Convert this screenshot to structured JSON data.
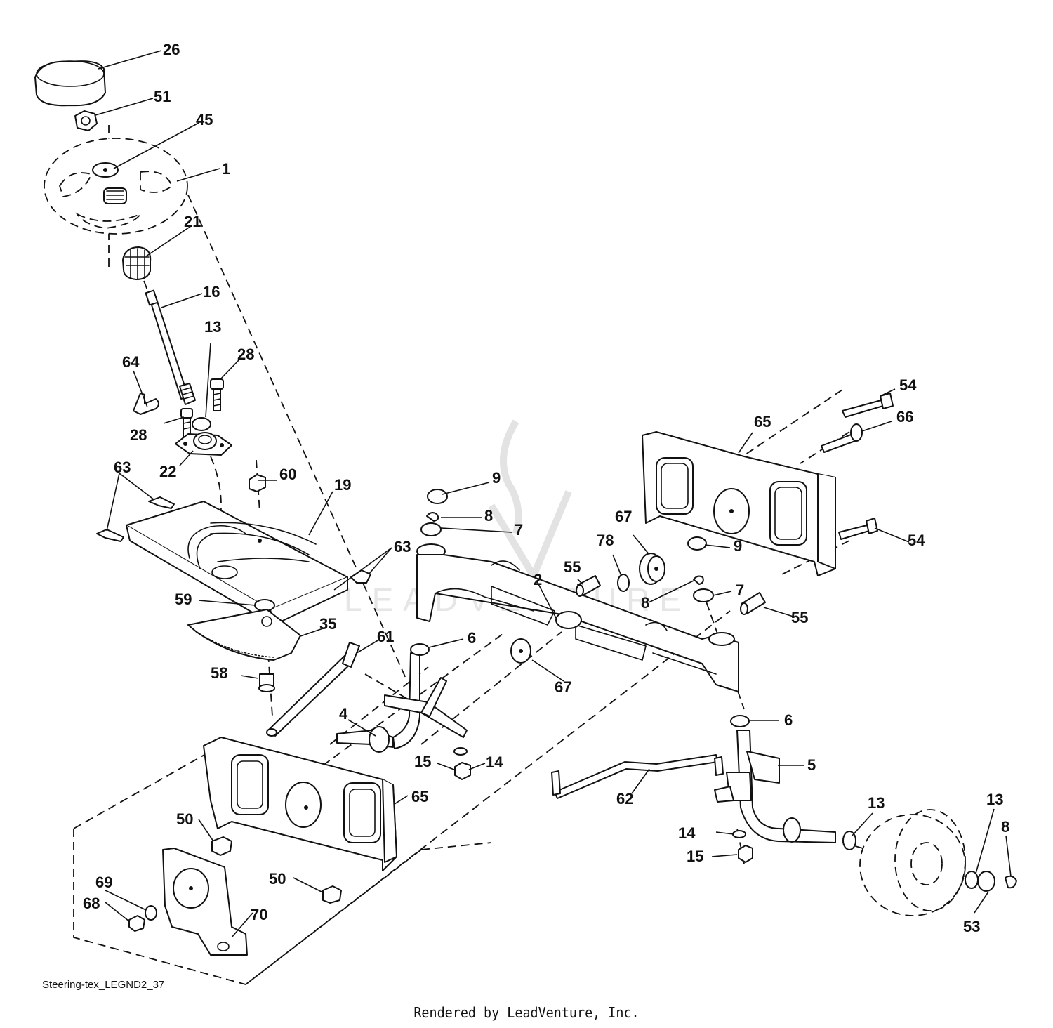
{
  "diagram": {
    "code": "Steering-tex_LEGND2_37",
    "watermark": "LEADVENTURE",
    "footer": "Rendered by LeadVenture, Inc.",
    "callouts": [
      {
        "id": "c26",
        "text": "26"
      },
      {
        "id": "c51",
        "text": "51"
      },
      {
        "id": "c45",
        "text": "45"
      },
      {
        "id": "c1",
        "text": "1"
      },
      {
        "id": "c21",
        "text": "21"
      },
      {
        "id": "c16",
        "text": "16"
      },
      {
        "id": "c13a",
        "text": "13"
      },
      {
        "id": "c28a",
        "text": "28"
      },
      {
        "id": "c64",
        "text": "64"
      },
      {
        "id": "c28b",
        "text": "28"
      },
      {
        "id": "c22",
        "text": "22"
      },
      {
        "id": "c63a",
        "text": "63"
      },
      {
        "id": "c60",
        "text": "60"
      },
      {
        "id": "c19",
        "text": "19"
      },
      {
        "id": "c63b",
        "text": "63"
      },
      {
        "id": "c59",
        "text": "59"
      },
      {
        "id": "c35",
        "text": "35"
      },
      {
        "id": "c58",
        "text": "58"
      },
      {
        "id": "c61",
        "text": "61"
      },
      {
        "id": "c6a",
        "text": "6"
      },
      {
        "id": "c4",
        "text": "4"
      },
      {
        "id": "c15a",
        "text": "15"
      },
      {
        "id": "c14a",
        "text": "14"
      },
      {
        "id": "c9a",
        "text": "9"
      },
      {
        "id": "c8a",
        "text": "8"
      },
      {
        "id": "c7a",
        "text": "7"
      },
      {
        "id": "c2",
        "text": "2"
      },
      {
        "id": "c55a",
        "text": "55"
      },
      {
        "id": "c78",
        "text": "78"
      },
      {
        "id": "c67a",
        "text": "67"
      },
      {
        "id": "c67b",
        "text": "67"
      },
      {
        "id": "c65a",
        "text": "65"
      },
      {
        "id": "c54a",
        "text": "54"
      },
      {
        "id": "c66",
        "text": "66"
      },
      {
        "id": "c54b",
        "text": "54"
      },
      {
        "id": "c9b",
        "text": "9"
      },
      {
        "id": "c8b",
        "text": "8"
      },
      {
        "id": "c7b",
        "text": "7"
      },
      {
        "id": "c55b",
        "text": "55"
      },
      {
        "id": "c6b",
        "text": "6"
      },
      {
        "id": "c5",
        "text": "5"
      },
      {
        "id": "c62",
        "text": "62"
      },
      {
        "id": "c14b",
        "text": "14"
      },
      {
        "id": "c15b",
        "text": "15"
      },
      {
        "id": "c13b",
        "text": "13"
      },
      {
        "id": "c13c",
        "text": "13"
      },
      {
        "id": "c8c",
        "text": "8"
      },
      {
        "id": "c53",
        "text": "53"
      },
      {
        "id": "c65b",
        "text": "65"
      },
      {
        "id": "c50a",
        "text": "50"
      },
      {
        "id": "c50b",
        "text": "50"
      },
      {
        "id": "c69",
        "text": "69"
      },
      {
        "id": "c68",
        "text": "68"
      },
      {
        "id": "c70",
        "text": "70"
      }
    ]
  }
}
